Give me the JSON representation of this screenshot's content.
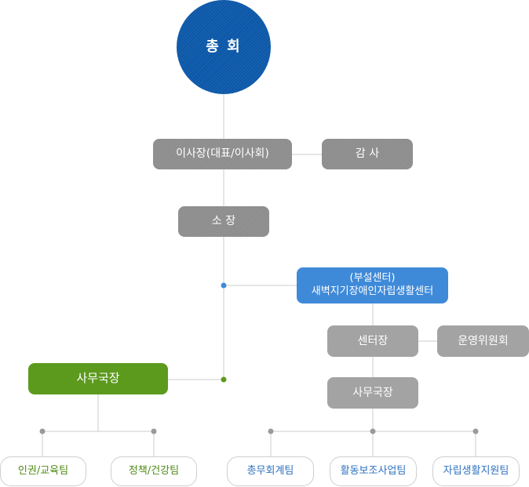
{
  "general_assembly": "총 회",
  "chairman": "이사장(대표/이사회)",
  "auditor": "감 사",
  "director": "소 장",
  "center": {
    "line1": "(부설센터)",
    "line2": "새벽지기장애인자립생활센터"
  },
  "center_head": "센터장",
  "steering_committee": "운영위원회",
  "secretary_general_left": "사무국장",
  "secretary_general_right": "사무국장",
  "left_teams": [
    "인권/교육팀",
    "정책/건강팀"
  ],
  "right_teams": [
    "총무회계팀",
    "활동보조사업팀",
    "자립생활지원팀"
  ],
  "colors": {
    "circle": "#0b57a8",
    "gray_box": "#8d8d8d",
    "blue_box": "#3f8ad8",
    "green_box": "#5c9a1e",
    "line": "#cccccc"
  }
}
